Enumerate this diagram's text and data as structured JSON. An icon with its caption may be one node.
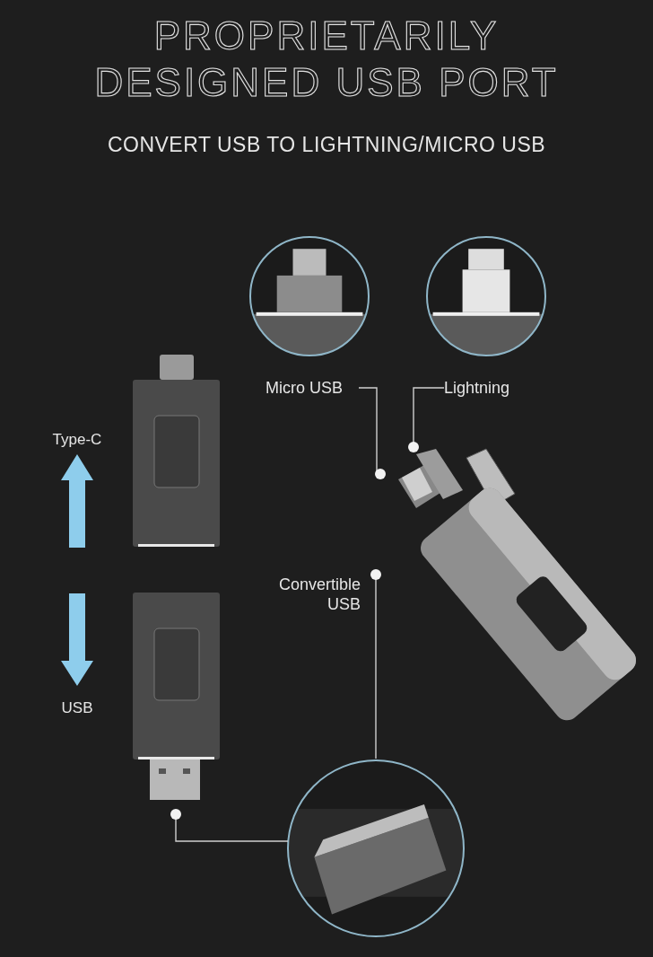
{
  "diagram": {
    "title": "PROPRIETARILY DESIGNED USB PORT",
    "nodes": [
      {
        "text": [
          "Micro USB"
        ]
      },
      {
        "text": [
          "Lightning"
        ]
      },
      {
        "text": [],
        "shape": "picture"
      },
      {
        "text": [
          "Convertible USB"
        ]
      },
      {
        "text": [],
        "shape": "picture"
      },
      {
        "text": [],
        "shape": "picture"
      }
    ],
    "edges": [
      {
        "from": 0,
        "to": 2,
        "arrow": "other"
      },
      {
        "from": 1,
        "to": 2,
        "arrow": "other"
      },
      {
        "from": 4,
        "to": 3,
        "arrow": "other"
      },
      {
        "from": 4,
        "to": 5,
        "arrow": "other"
      }
    ],
    "labels": [
      "CONVERT USB TO LIGHTNING/MICRO USB",
      "Type-C",
      "USB"
    ]
  }
}
